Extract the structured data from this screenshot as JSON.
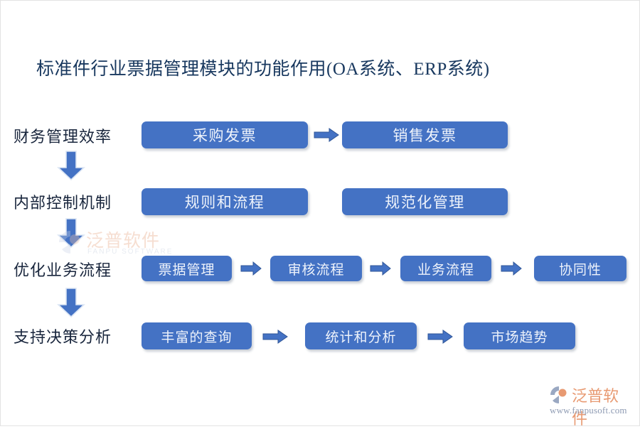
{
  "title": "标准件行业票据管理模块的功能作用(OA系统、ERP系统)",
  "colors": {
    "box_fill": "#4472C4",
    "box_text": "#EEF3FB",
    "title_text": "#17375E",
    "label_text": "#18253C",
    "arrow_fill": "#4472C4",
    "logo_accent": "#E89A72"
  },
  "rows": [
    {
      "label": "财务管理效率",
      "boxes": [
        "采购发票",
        "销售发票"
      ],
      "arrows": 1
    },
    {
      "label": "内部控制机制",
      "boxes": [
        "规则和流程",
        "规范化管理"
      ],
      "arrows": 0
    },
    {
      "label": "优化业务流程",
      "boxes": [
        "票据管理",
        "审核流程",
        "业务流程",
        "协同性"
      ],
      "arrows": 3
    },
    {
      "label": "支持决策分析",
      "boxes": [
        "丰富的查询",
        "统计和分析",
        "市场趋势"
      ],
      "arrows": 2
    }
  ],
  "watermark_center": {
    "text_cn": "泛普软件",
    "text_en": "FANPU SOFTWARE"
  },
  "logo": {
    "name": "泛普软件",
    "url": "www.fanpusoft.com"
  }
}
